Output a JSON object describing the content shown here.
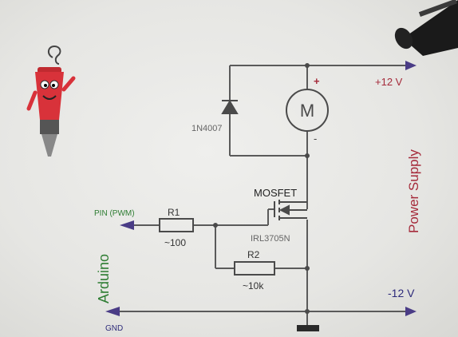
{
  "labels": {
    "diode_part": "1N4007",
    "motor_symbol": "M",
    "motor_plus": "+",
    "motor_minus": "-",
    "plus_12v": "+12 V",
    "minus_12v": "-12 V",
    "power_supply": "Power Supply",
    "mosfet_title": "MOSFET",
    "mosfet_part": "IRL3705N",
    "r1_name": "R1",
    "r1_value": "~100",
    "r2_name": "R2",
    "r2_value": "~10k",
    "pin_pwm": "PIN (PWM)",
    "arduino": "Arduino",
    "gnd": "GND"
  },
  "colors": {
    "wire": "#5a5a5a",
    "arrow": "#4a3c86",
    "red_label": "#a52a3a",
    "green_label": "#2e7d32",
    "blue_label": "#2d2a7a",
    "mascot_red": "#d8323a"
  },
  "icons": {
    "mascot": "soldering-iron-mascot-icon",
    "pen": "pen-icon"
  }
}
